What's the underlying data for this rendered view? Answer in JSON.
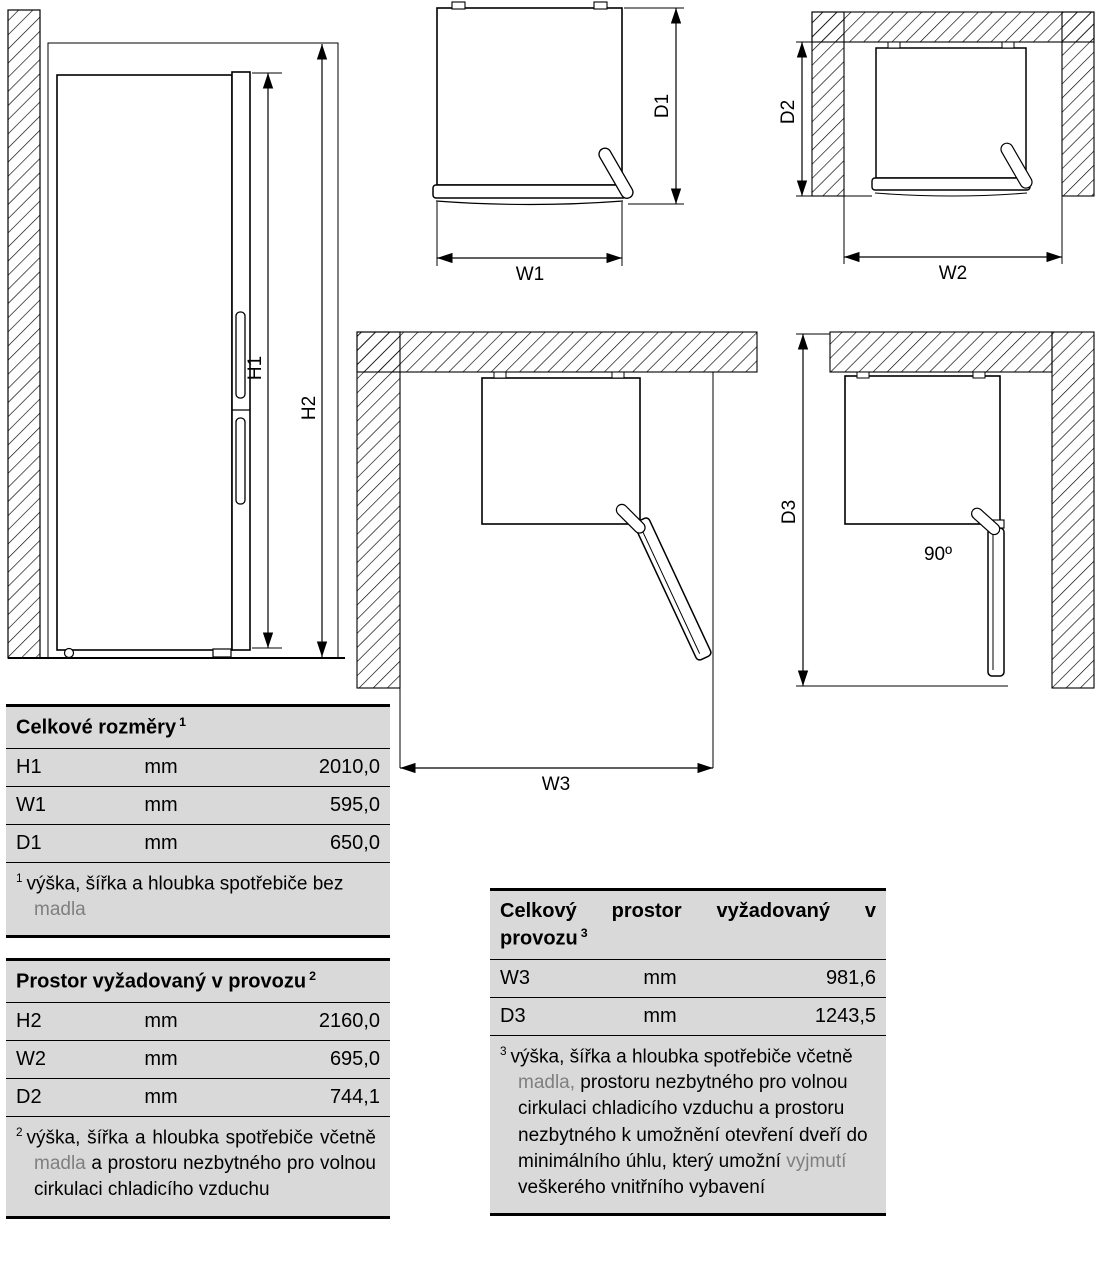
{
  "diagram_labels": {
    "h1": "H1",
    "h2": "H2",
    "w1": "W1",
    "d1": "D1",
    "w2": "W2",
    "d2": "D2",
    "w3": "W3",
    "d3": "D3",
    "door_angle": "90º"
  },
  "colors": {
    "table_background": "#d9d9d9",
    "muted_text": "#7f7f7f",
    "line": "#000000"
  },
  "tables": {
    "overall": {
      "title": "Celkové rozměry",
      "title_sup": "1",
      "rows": [
        {
          "label": "H1",
          "unit": "mm",
          "value": "2010,0"
        },
        {
          "label": "W1",
          "unit": "mm",
          "value": "595,0"
        },
        {
          "label": "D1",
          "unit": "mm",
          "value": "650,0"
        }
      ],
      "footnote": {
        "sup": "1",
        "lead": "výška, šířka a hloubka spotřebiče bez ",
        "muted": "madla"
      }
    },
    "operating": {
      "title": "Prostor vyžadovaný v provozu",
      "title_sup": "2",
      "rows": [
        {
          "label": "H2",
          "unit": "mm",
          "value": "2160,0"
        },
        {
          "label": "W2",
          "unit": "mm",
          "value": "695,0"
        },
        {
          "label": "D2",
          "unit": "mm",
          "value": "744,1"
        }
      ],
      "footnote": {
        "sup": "2",
        "lead": "výška, šířka a hloubka spotřebiče včetně ",
        "muted": "madla",
        "tail": " a prostoru nezbytného pro volnou cirkulaci chladicího vzduchu"
      }
    },
    "total": {
      "title": "Celkový prostor vyžadovaný v provozu",
      "title_sup": "3",
      "rows": [
        {
          "label": "W3",
          "unit": "mm",
          "value": "981,6"
        },
        {
          "label": "D3",
          "unit": "mm",
          "value": "1243,5"
        }
      ],
      "footnote": {
        "sup": "3",
        "lead": "výška, šířka a hloubka spotřebiče včetně ",
        "muted": "madla,",
        "mid": " prostoru nezbytného pro volnou cirkulaci chladicího vzduchu a prostoru nezbytného k umožnění otevření dveří do minimálního úhlu, který umožní ",
        "muted2": "vyjmutí",
        "tail": " veškerého vnitřního vybavení"
      }
    }
  }
}
